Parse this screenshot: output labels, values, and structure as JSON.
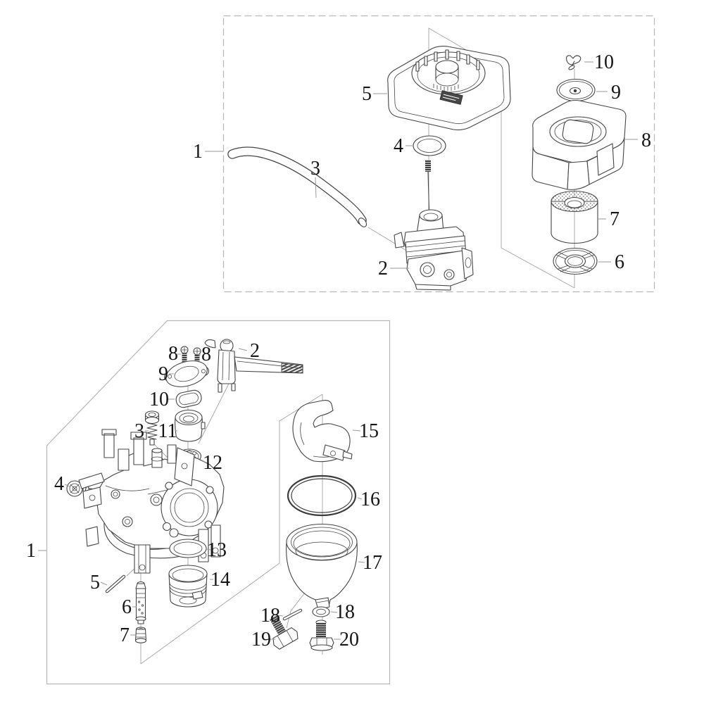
{
  "palette": {
    "background": "#ffffff",
    "part_line": "#454545",
    "guide_line": "#a3a3a3",
    "boundary_line": "#b6b6b6",
    "label_color": "#151515",
    "mesh_fill": "#8a8a8a"
  },
  "air": {
    "callouts": [
      "1",
      "2",
      "3",
      "4",
      "5",
      "6",
      "7",
      "8",
      "9",
      "10"
    ]
  },
  "carb": {
    "callouts": [
      "1",
      "2",
      "3",
      "4",
      "5",
      "6",
      "7",
      "8",
      "8",
      "9",
      "10",
      "11",
      "12",
      "13",
      "14",
      "15",
      "16",
      "17",
      "18",
      "18",
      "19",
      "20"
    ]
  }
}
